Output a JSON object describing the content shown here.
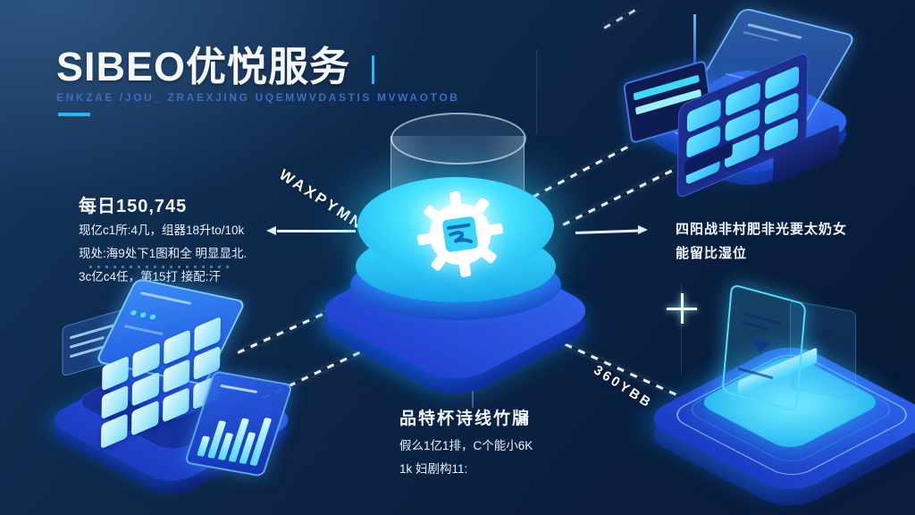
{
  "title": {
    "main": "SIBEO优悦服务",
    "subtitle": "ENKZAE /JOU_ ZRAEXJING UQEMWVDASTIS MVWAOTOB"
  },
  "notes": {
    "left": {
      "heading": "每日150,745",
      "lines": [
        "现亿c1所:4几，组器18升to/10k",
        "现处:海9处下1图和全 明显显北.",
        "3c亿c4任，第15打 接配:汗"
      ]
    },
    "right": {
      "lines": [
        "四阳战非村肥非光要太奶女",
        "能留比湿位"
      ]
    },
    "bottom": {
      "heading": "品特杯诗线竹牖",
      "lines": [
        "假么1亿1排，C个能小6K",
        "1k 妇剧构11:"
      ]
    }
  },
  "connector_labels": {
    "center_diagonal": "WAXPYMN",
    "bottom_right_diagonal": "360YBB"
  },
  "icons": {
    "center": "gear-icon",
    "bottom_left_panel": "bar-chart-icon",
    "bottom_right": "sparkle-icon"
  },
  "colors": {
    "background": "#0a2142",
    "accent_cyan": "#2ed5fb",
    "accent_blue": "#2a5ce8",
    "subtitle_blue": "#3e6cc2",
    "text_white": "#f5f8fd",
    "connector_white": "#f2f7fd"
  }
}
